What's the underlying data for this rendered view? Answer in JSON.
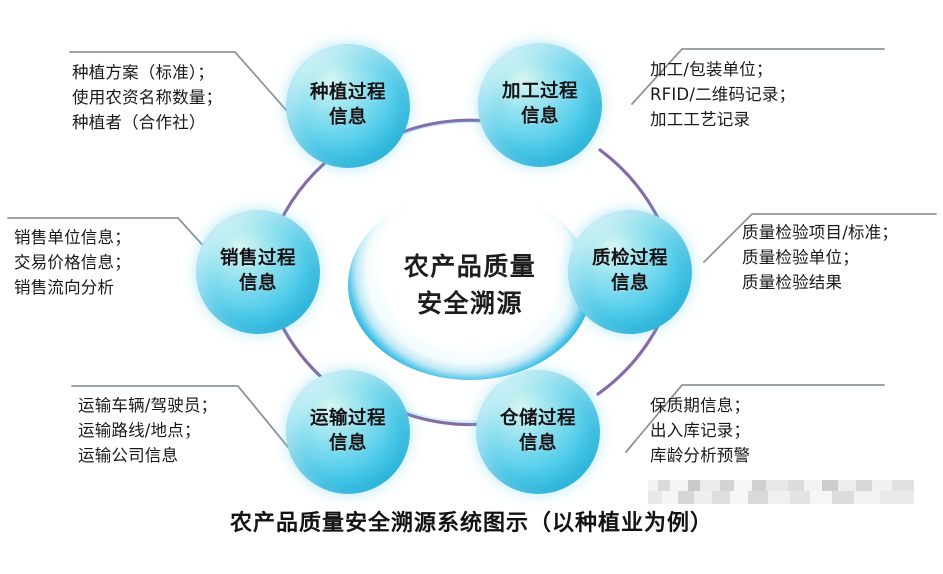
{
  "diagram": {
    "caption": "农产品质量安全溯源系统图示（以种植业为例）",
    "center": {
      "line1": "农产品质量",
      "line2": "安全溯源"
    },
    "colors": {
      "bubble_fill": "#36c0e6",
      "bubble_highlight": "#d8f6f1",
      "ring_arc": "#7a5fa0",
      "center_ring_blue": "#0d8fc4",
      "center_ring_metal": "#8c9499",
      "leader_line": "#8a8f93",
      "text": "#1a1a1c",
      "background": "#ffffff"
    },
    "nodes": [
      {
        "id": "planting",
        "label_line1": "种植过程",
        "label_line2": "信息",
        "note": "种植方案（标准）；\n使用农资名称数量；\n种植者（合作社）"
      },
      {
        "id": "process",
        "label_line1": "加工过程",
        "label_line2": "信息",
        "note": "加工/包装单位；\nRFID/二维码记录；\n加工工艺记录"
      },
      {
        "id": "quality",
        "label_line1": "质检过程",
        "label_line2": "信息",
        "note": "质量检验项目/标准；\n质量检验单位；\n质量检验结果"
      },
      {
        "id": "storage",
        "label_line1": "仓储过程",
        "label_line2": "信息",
        "note": "保质期信息；\n出入库记录；\n库龄分析预警"
      },
      {
        "id": "transport",
        "label_line1": "运输过程",
        "label_line2": "信息",
        "note": "运输车辆/驾驶员；\n运输路线/地点；\n运输公司信息"
      },
      {
        "id": "sales",
        "label_line1": "销售过程",
        "label_line2": "信息",
        "note": "销售单位信息；\n交易价格信息；\n销售流向分析"
      }
    ],
    "mosaic_patch": ""
  }
}
